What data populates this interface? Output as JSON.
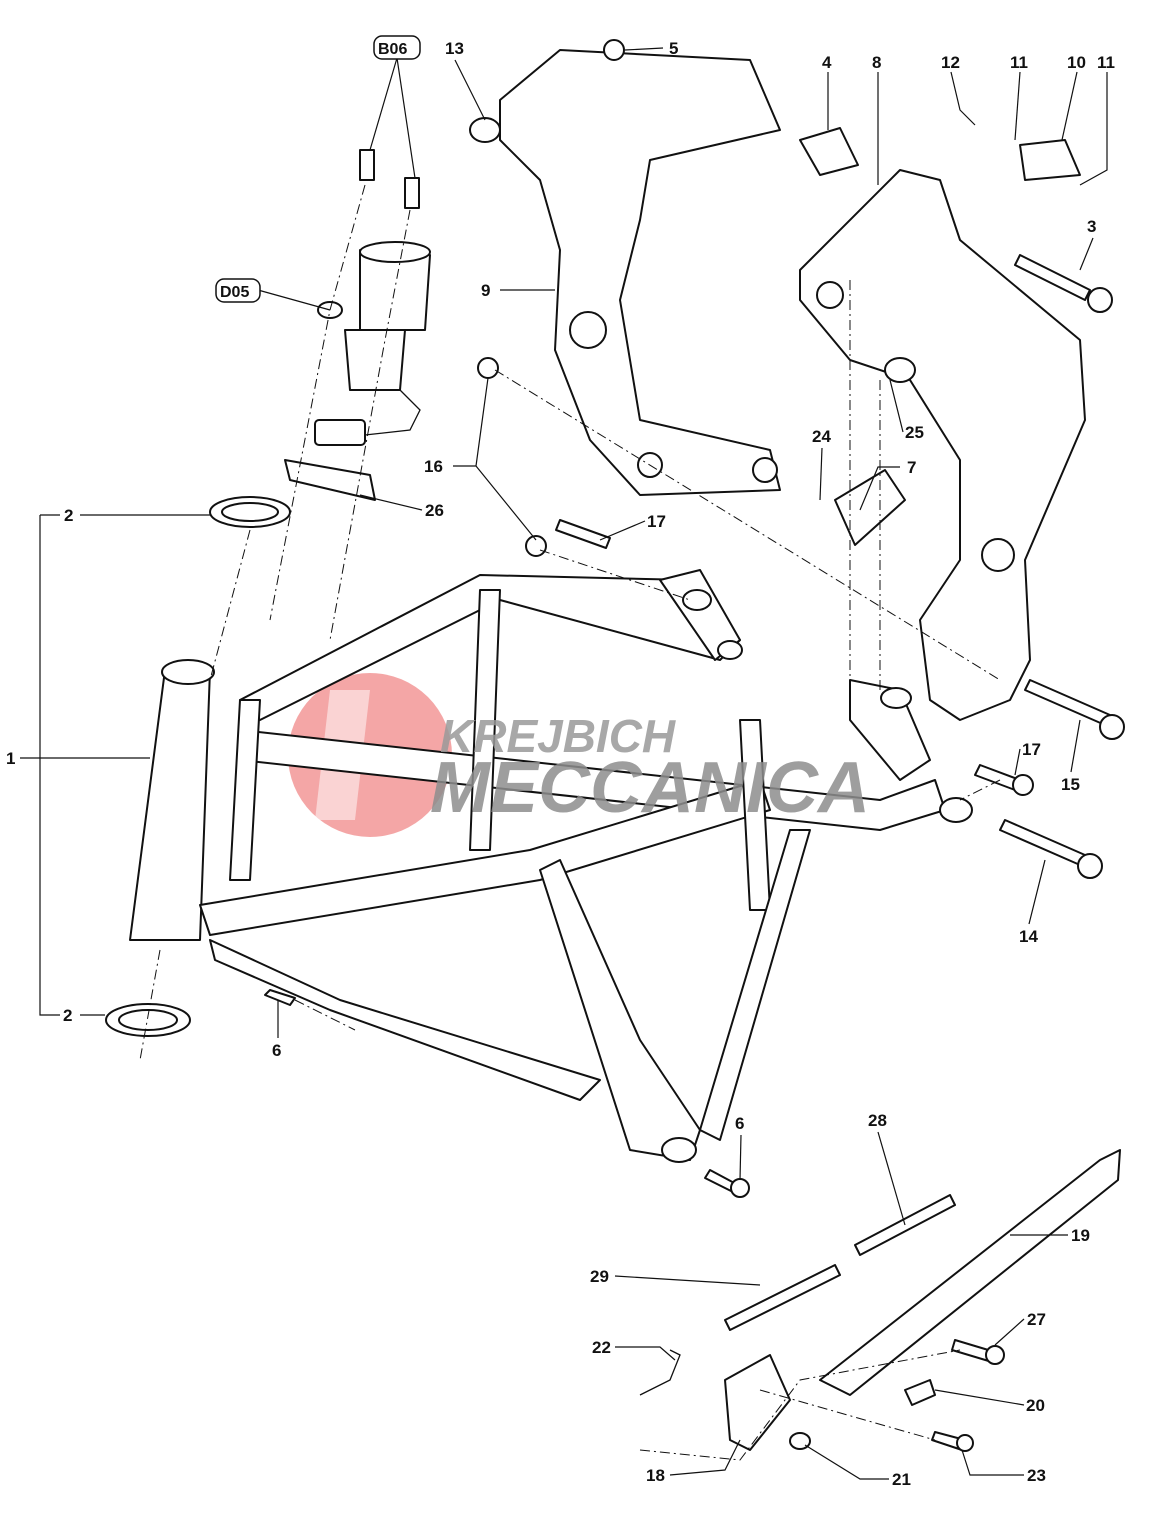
{
  "diagram": {
    "references": [
      {
        "id": "ref-b06",
        "text": "B06"
      },
      {
        "id": "ref-d05",
        "text": "D05"
      }
    ],
    "callouts": [
      "13",
      "5",
      "4",
      "8",
      "12",
      "11",
      "10",
      "11",
      "3",
      "9",
      "24",
      "25",
      "16",
      "7",
      "2",
      "26",
      "17",
      "1",
      "17",
      "15",
      "14",
      "2",
      "6",
      "6",
      "28",
      "19",
      "29",
      "27",
      "22",
      "20",
      "18",
      "21",
      "23"
    ],
    "watermark": {
      "line1": "KREJBICH",
      "line2": "MECCANICA"
    },
    "colors": {
      "watermark_logo": "#f08080",
      "watermark_text": "#8e8e8e",
      "line": "#111111"
    }
  }
}
